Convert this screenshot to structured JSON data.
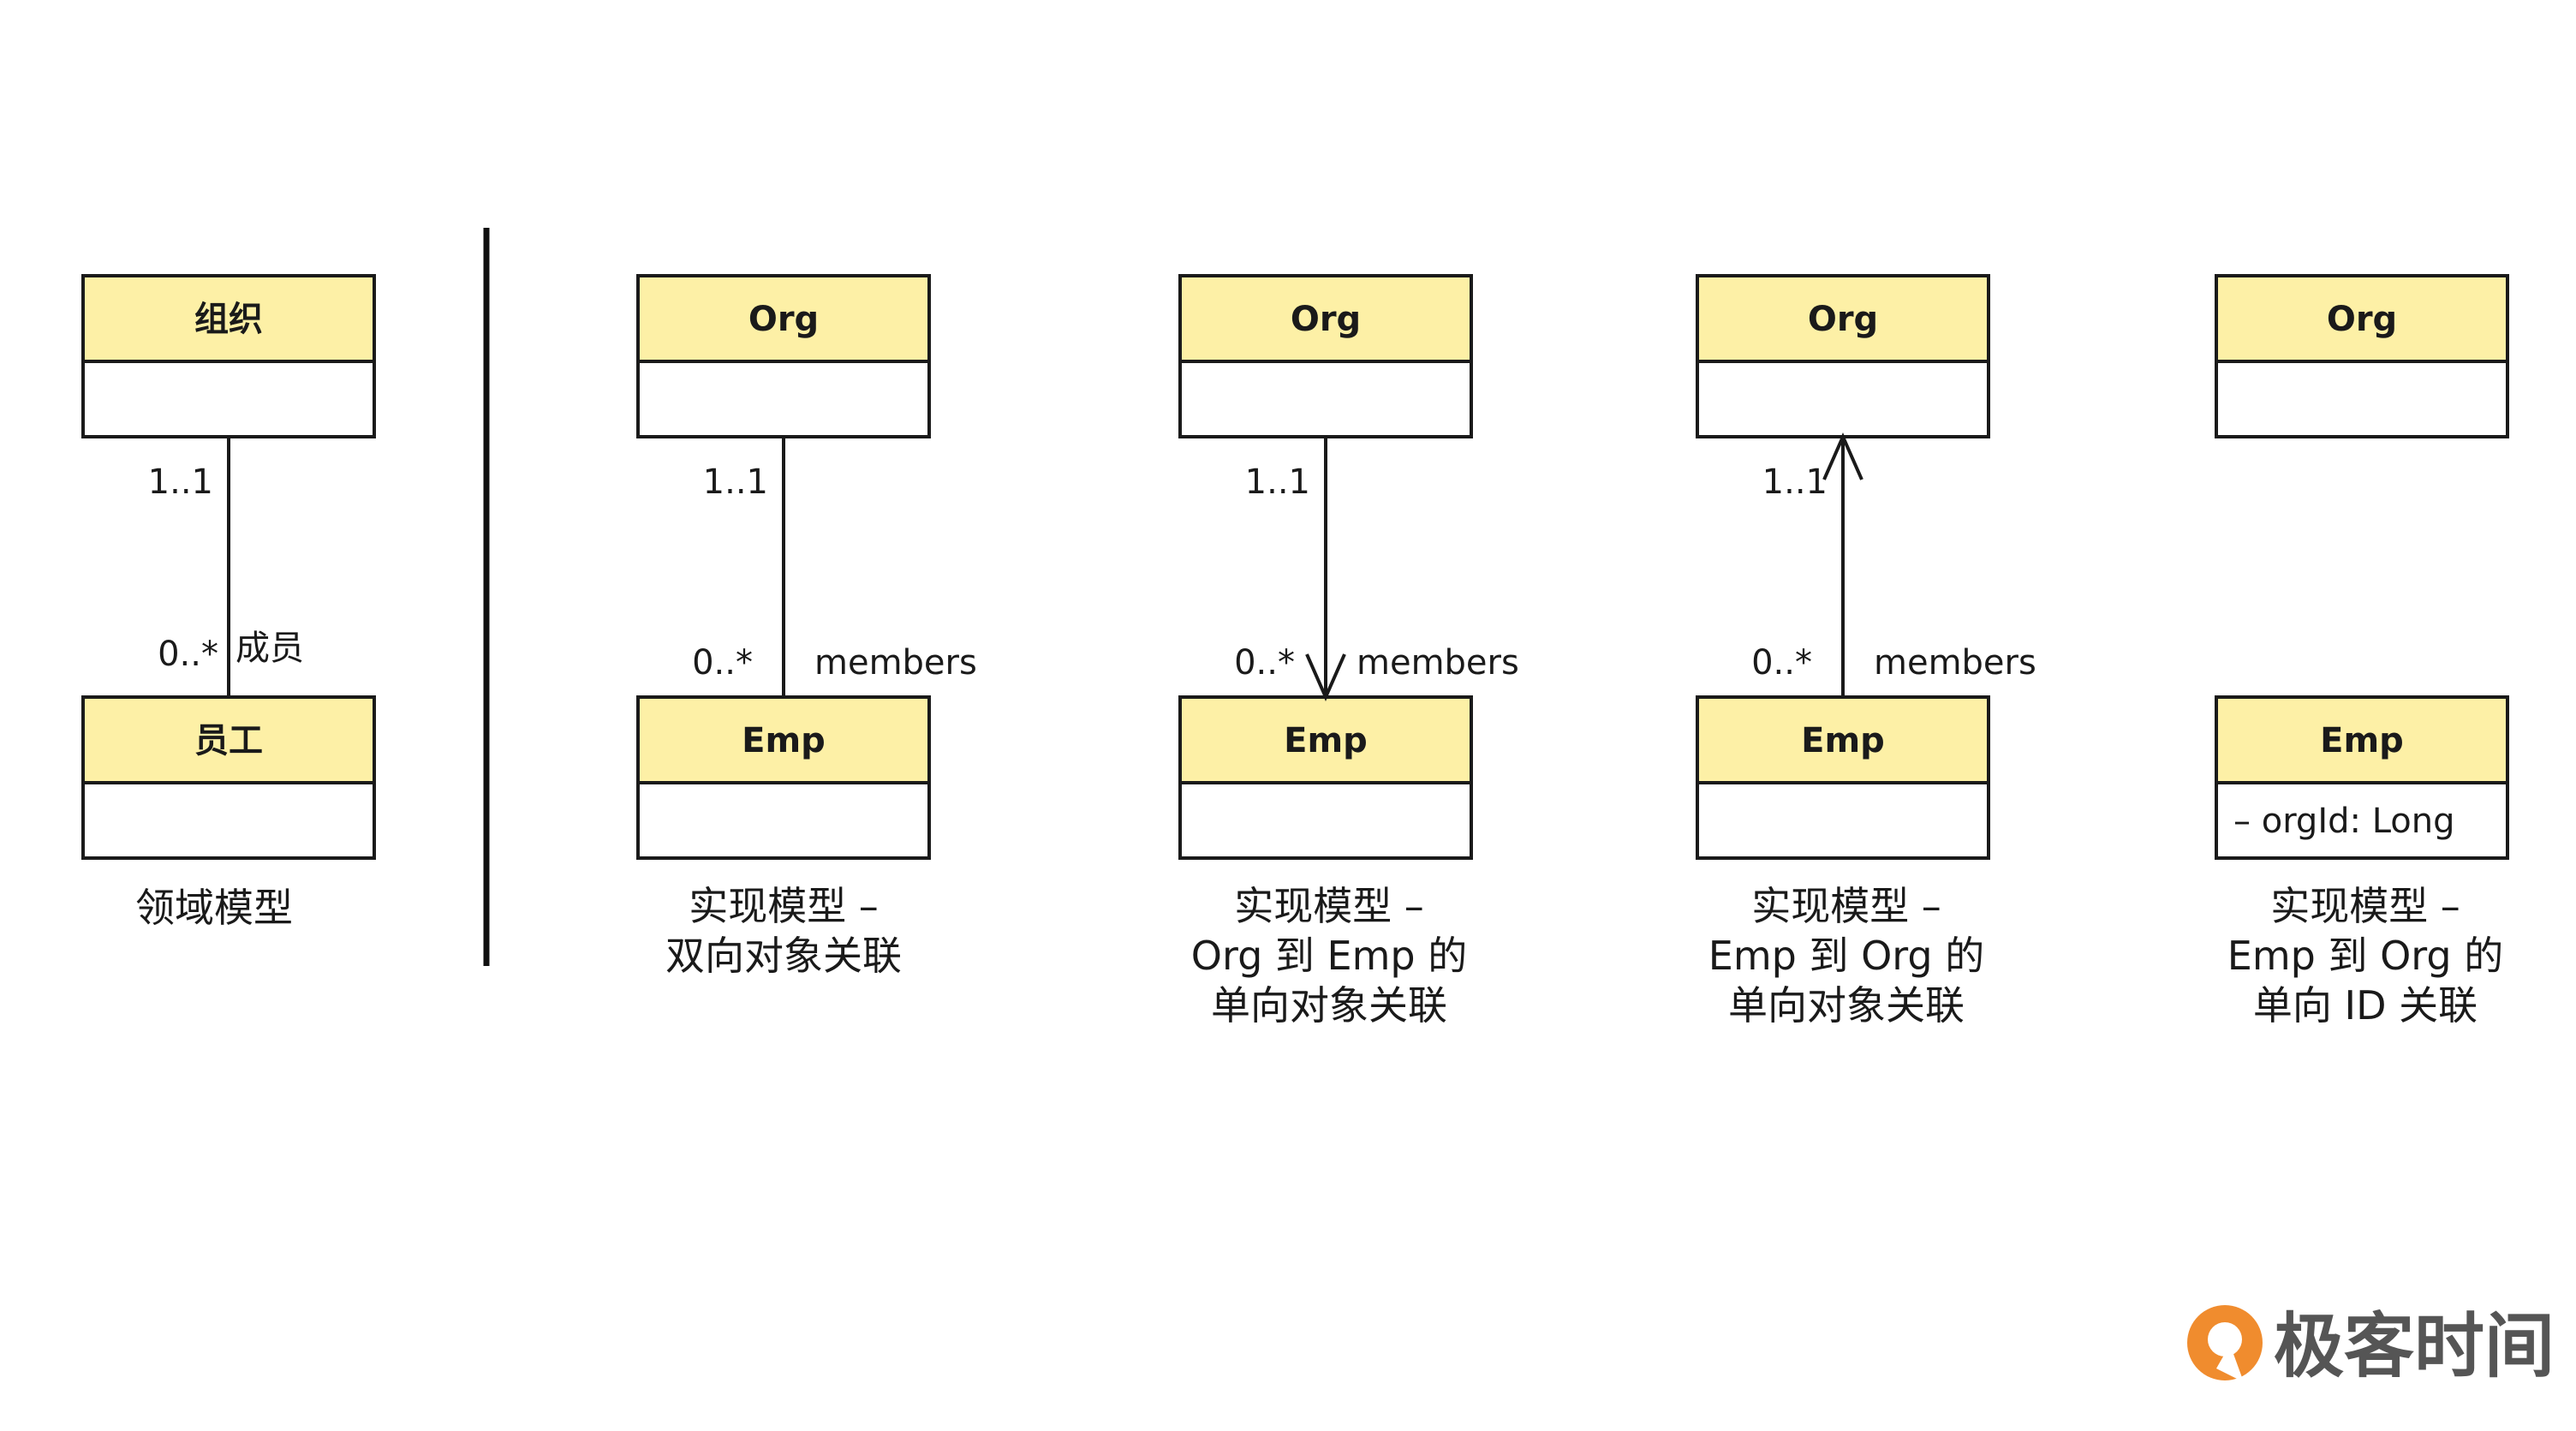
{
  "colors": {
    "class_header_fill": "#fdf0a6",
    "stroke": "#1a1a1a",
    "logo_orange": "#f08c2e"
  },
  "domain_model": {
    "org_class": "组织",
    "emp_class": "员工",
    "mult_top": "1..1",
    "mult_bottom": "0..*",
    "role": "成员",
    "caption": "领域模型"
  },
  "models": [
    {
      "org_class": "Org",
      "emp_class": "Emp",
      "mult_top": "1..1",
      "mult_bottom": "0..*",
      "role": "members",
      "arrow": "none",
      "emp_attribute": "",
      "caption_lines": [
        "实现模型 –",
        "双向对象关联"
      ]
    },
    {
      "org_class": "Org",
      "emp_class": "Emp",
      "mult_top": "1..1",
      "mult_bottom": "0..*",
      "role": "members",
      "arrow": "to-emp",
      "emp_attribute": "",
      "caption_lines": [
        "实现模型 –",
        "Org 到 Emp 的",
        "单向对象关联"
      ]
    },
    {
      "org_class": "Org",
      "emp_class": "Emp",
      "mult_top": "1..1",
      "mult_bottom": "0..*",
      "role": "members",
      "arrow": "to-org",
      "emp_attribute": "",
      "caption_lines": [
        "实现模型 –",
        "Emp 到 Org 的",
        "单向对象关联"
      ]
    },
    {
      "org_class": "Org",
      "emp_class": "Emp",
      "mult_top": "",
      "mult_bottom": "",
      "role": "",
      "arrow": "no-line",
      "emp_attribute": "– orgId: Long",
      "caption_lines": [
        "实现模型 –",
        "Emp 到 Org 的",
        "单向 ID 关联"
      ]
    }
  ],
  "logo": {
    "text": "极客时间",
    "icon": "geektime-logo-icon"
  }
}
